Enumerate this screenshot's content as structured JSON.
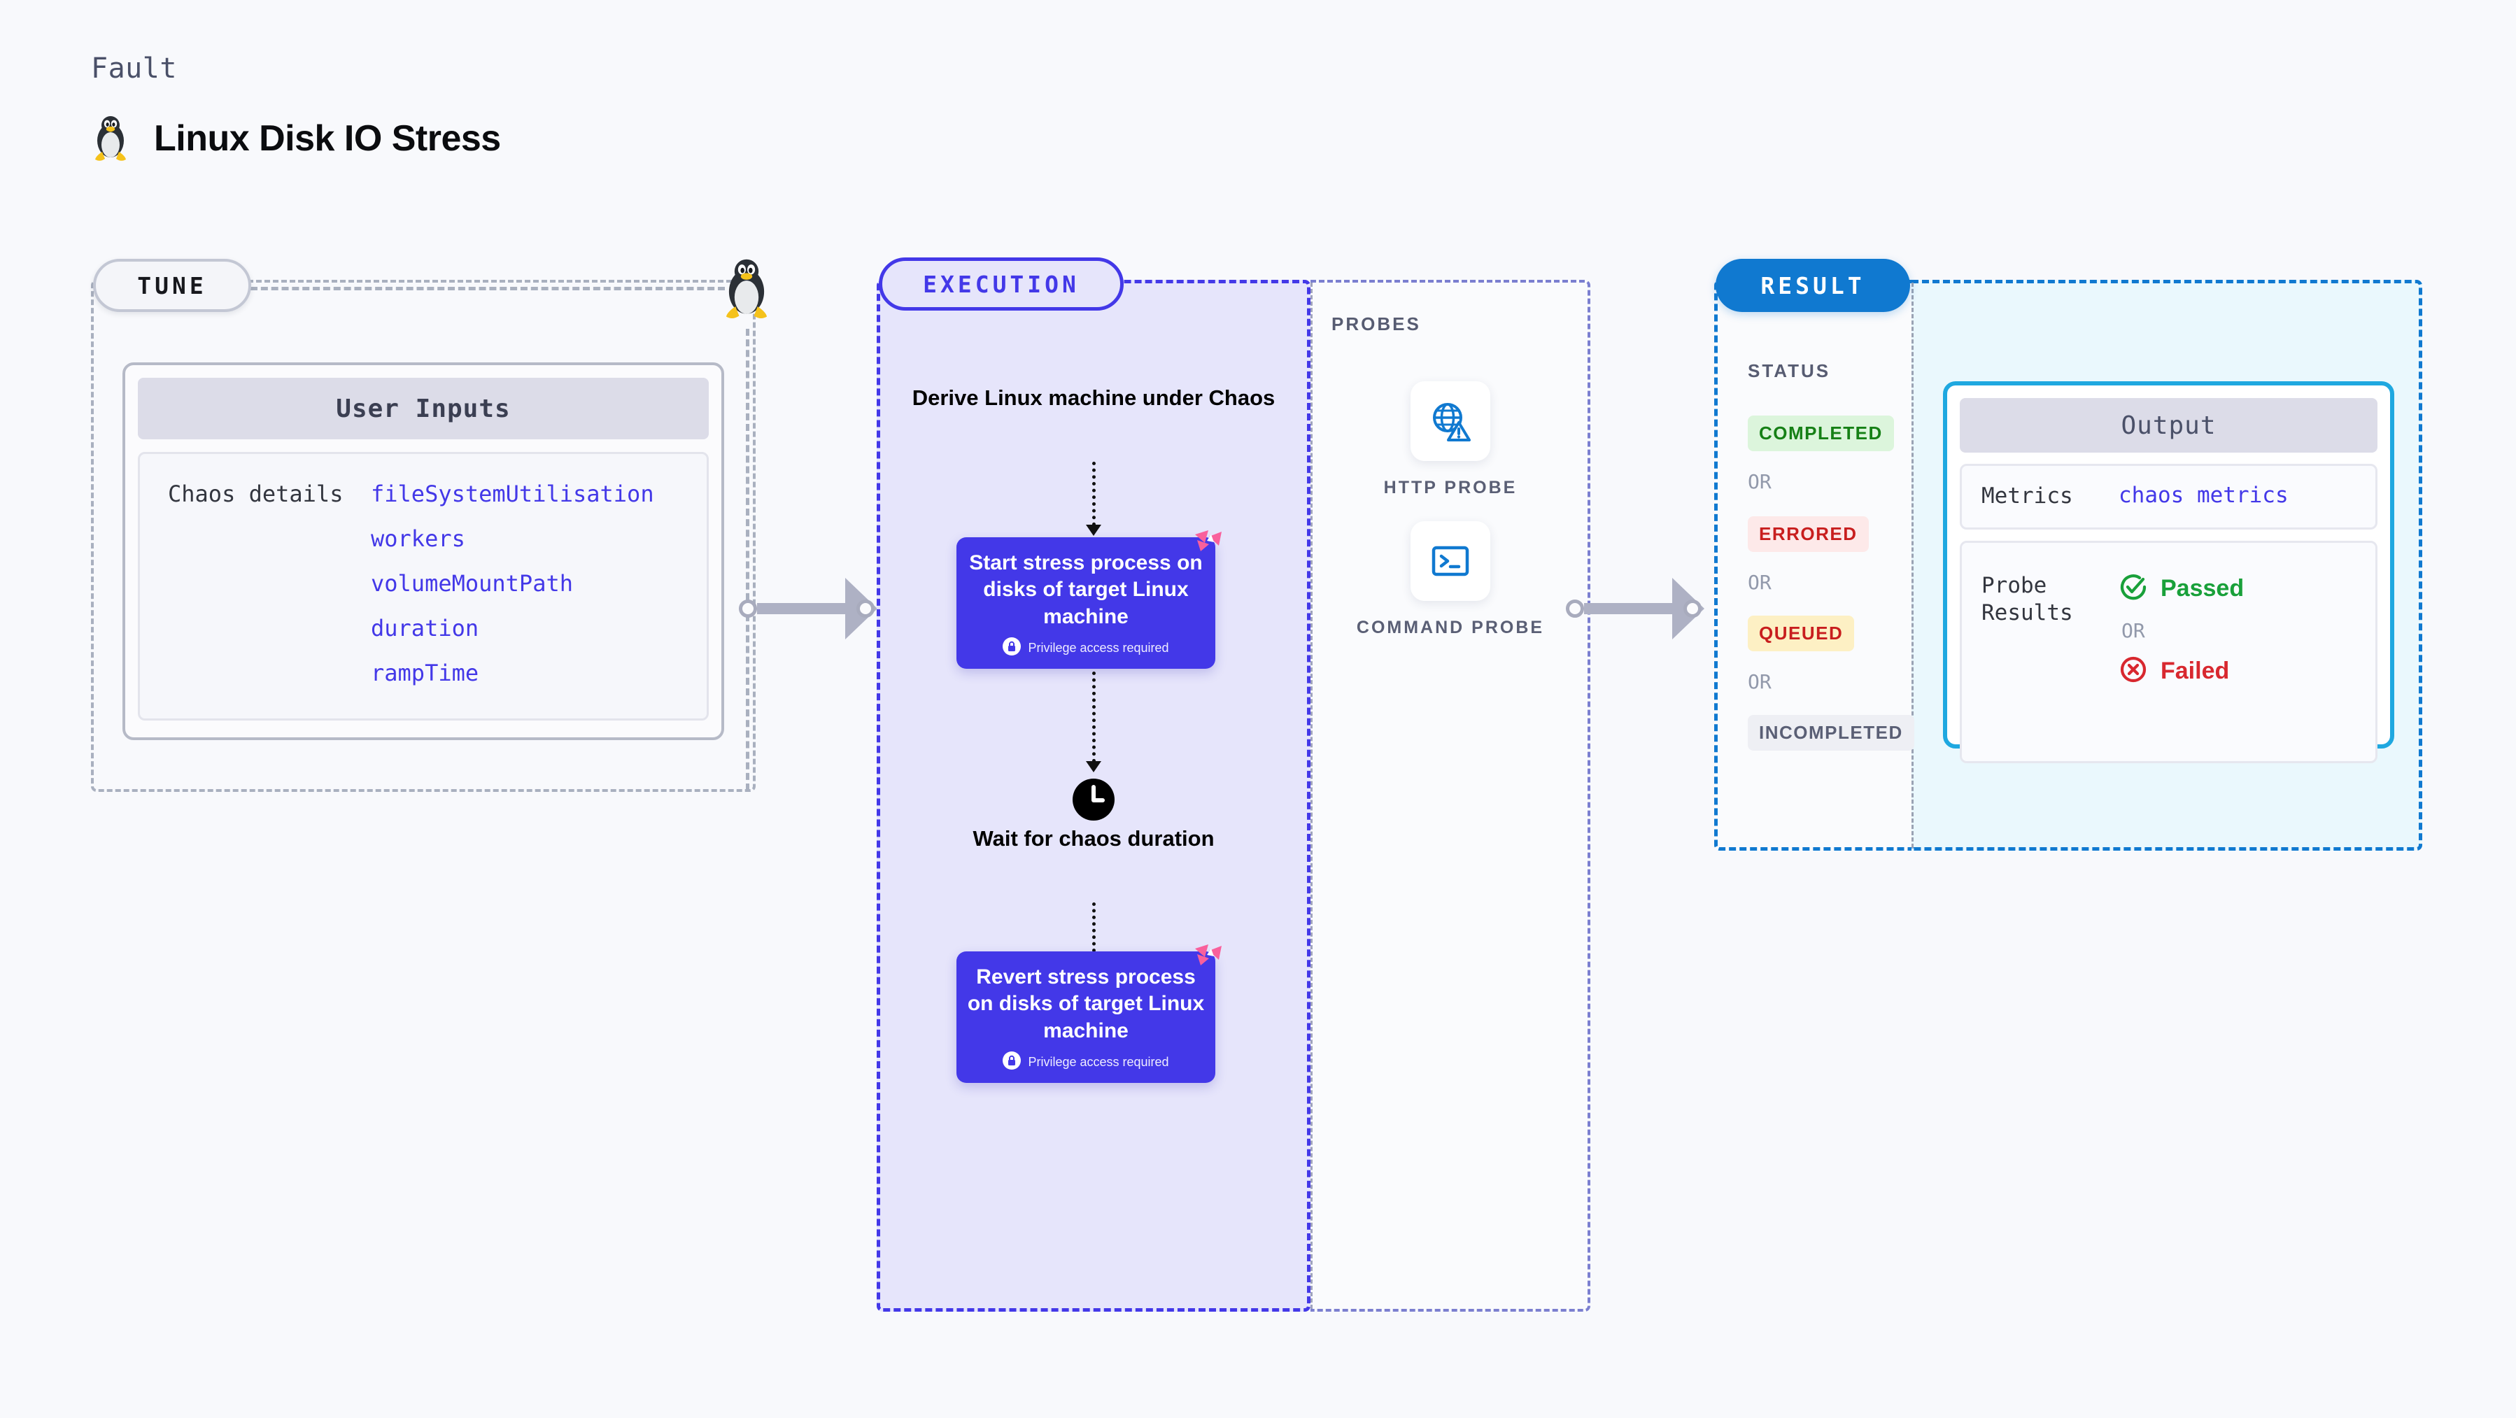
{
  "header": {
    "kicker": "Fault",
    "title": "Linux Disk IO Stress",
    "icon": "linux-penguin-icon"
  },
  "tune": {
    "chip_label": "TUNE",
    "card_title": "User Inputs",
    "details_label": "Chaos details",
    "details_values": [
      "fileSystemUtilisation",
      "workers",
      "volumeMountPath",
      "duration",
      "rampTime"
    ]
  },
  "execution": {
    "chip_label": "EXECUTION",
    "derive_step": "Derive Linux machine under Chaos",
    "start_step": {
      "title": "Start stress process on disks of target Linux machine",
      "privilege_note": "Privilege access required",
      "badge_icon": "litmus-logo-icon",
      "lock_icon": "lock-icon"
    },
    "wait_step": {
      "label": "Wait for chaos duration",
      "icon": "clock-icon"
    },
    "revert_step": {
      "title": "Revert stress process on disks of target Linux machine",
      "privilege_note": "Privilege access required",
      "badge_icon": "litmus-logo-icon",
      "lock_icon": "lock-icon"
    }
  },
  "probes": {
    "title": "PROBES",
    "items": [
      {
        "label": "HTTP PROBE",
        "icon": "globe-warning-icon"
      },
      {
        "label": "COMMAND PROBE",
        "icon": "terminal-icon"
      }
    ]
  },
  "result": {
    "chip_label": "RESULT",
    "status_title": "STATUS",
    "or_label": "OR",
    "statuses": [
      {
        "label": "COMPLETED",
        "bg": "#dcf5dc",
        "fg": "#168016"
      },
      {
        "label": "ERRORED",
        "bg": "#fde9e9",
        "fg": "#c81e1e"
      },
      {
        "label": "QUEUED",
        "bg": "#fdf0c4",
        "fg": "#c81e1e"
      },
      {
        "label": "INCOMPLETED",
        "bg": "#eeeff4",
        "fg": "#5a5f75"
      }
    ],
    "output": {
      "title": "Output",
      "metrics_key": "Metrics",
      "metrics_value": "chaos metrics",
      "probe_results_key": "Probe Results",
      "passed_label": "Passed",
      "failed_label": "Failed",
      "or_label": "OR",
      "passed_icon": "check-circle-icon",
      "failed_icon": "x-circle-icon"
    }
  },
  "colors": {
    "page_bg": "#f8f9fc",
    "primary_purple": "#4338e8",
    "result_blue": "#1079d0",
    "output_border": "#1fa8e0",
    "litmus_pink": "#f9609c",
    "connector_grey": "#aeb1c4"
  }
}
